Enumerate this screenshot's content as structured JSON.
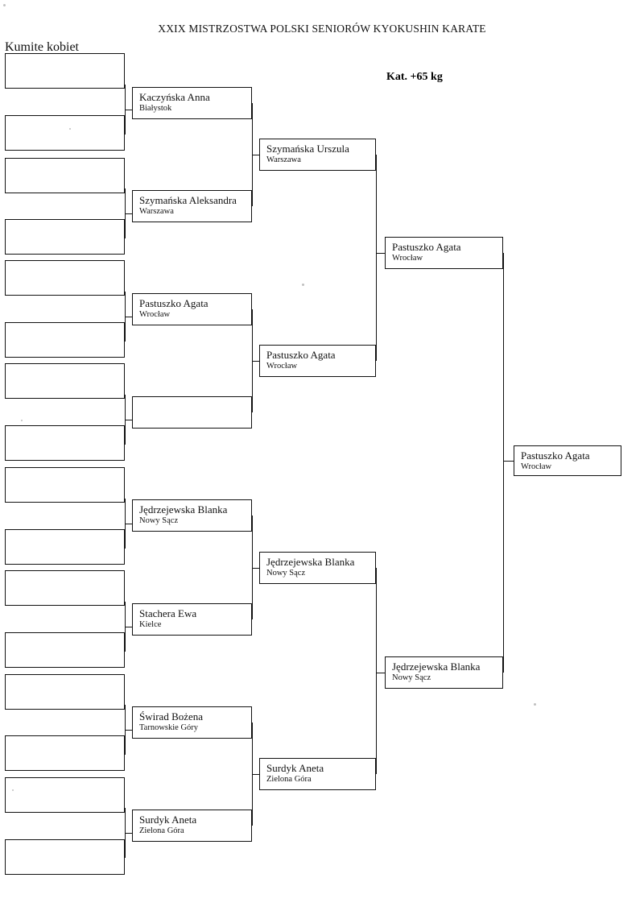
{
  "document": {
    "title": "XXIX MISTRZOSTWA POLSKI SENIORÓW KYOKUSHIN KARATE",
    "division": "Kumite kobiet",
    "category": "Kat. +65 kg"
  },
  "bracket": {
    "type": "single-elimination",
    "rounds": 5,
    "round1_slots": 16,
    "rounds_detail": [
      {
        "name": "round-of-16",
        "entries": [
          "",
          "",
          "",
          "",
          "",
          "",
          "",
          "",
          "",
          "",
          "",
          "",
          "",
          "",
          "",
          ""
        ]
      },
      {
        "name": "quarterfinals-left",
        "entries": [
          {
            "name": "Kaczyńska Anna",
            "club": "Białystok"
          },
          {
            "name": "Szymańska Aleksandra",
            "club": "Warszawa"
          },
          {
            "name": "Pastuszko Agata",
            "club": "Wrocław"
          },
          {
            "name": "",
            "club": ""
          },
          {
            "name": "Jędrzejewska Blanka",
            "club": "Nowy Sącz"
          },
          {
            "name": "Stachera Ewa",
            "club": "Kielce"
          },
          {
            "name": "Świrad Bożena",
            "club": "Tarnowskie Góry"
          },
          {
            "name": "Surdyk Aneta",
            "club": "Zielona Góra"
          }
        ]
      },
      {
        "name": "round-3",
        "entries": [
          {
            "name": "Szymańska Urszula",
            "club": "Warszawa"
          },
          {
            "name": "Pastuszko Agata",
            "club": "Wrocław"
          },
          {
            "name": "Jędrzejewska Blanka",
            "club": "Nowy Sącz"
          },
          {
            "name": "Surdyk Aneta",
            "club": "Zielona Góra"
          }
        ]
      },
      {
        "name": "semifinals",
        "entries": [
          {
            "name": "Pastuszko Agata",
            "club": "Wrocław"
          },
          {
            "name": "Jędrzejewska Blanka",
            "club": "Nowy Sącz"
          }
        ]
      },
      {
        "name": "final-winner",
        "entries": [
          {
            "name": "Pastuszko Agata",
            "club": "Wrocław"
          }
        ]
      }
    ]
  },
  "r1": {
    "s0": "",
    "s1": "",
    "s2": "",
    "s3": "",
    "s4": "",
    "s5": "",
    "s6": "",
    "s7": "",
    "s8": "",
    "s9": "",
    "s10": "",
    "s11": "",
    "s12": "",
    "s13": "",
    "s14": "",
    "s15": ""
  },
  "r2": {
    "m0": {
      "name": "Kaczyńska Anna",
      "club": "Białystok"
    },
    "m1": {
      "name": "Szymańska Aleksandra",
      "club": "Warszawa"
    },
    "m2": {
      "name": "Pastuszko Agata",
      "club": "Wrocław"
    },
    "m3": {
      "name": "",
      "club": ""
    },
    "m4": {
      "name": "Jędrzejewska Blanka",
      "club": "Nowy Sącz"
    },
    "m5": {
      "name": "Stachera Ewa",
      "club": "Kielce"
    },
    "m6": {
      "name": "Świrad Bożena",
      "club": "Tarnowskie Góry"
    },
    "m7": {
      "name": "Surdyk Aneta",
      "club": "Zielona Góra"
    }
  },
  "r3": {
    "m0": {
      "name": "Szymańska Urszula",
      "club": "Warszawa"
    },
    "m1": {
      "name": "Pastuszko Agata",
      "club": "Wrocław"
    },
    "m2": {
      "name": "Jędrzejewska Blanka",
      "club": "Nowy Sącz"
    },
    "m3": {
      "name": "Surdyk Aneta",
      "club": "Zielona Góra"
    }
  },
  "r4": {
    "m0": {
      "name": "Pastuszko Agata",
      "club": "Wrocław"
    },
    "m1": {
      "name": "Jędrzejewska Blanka",
      "club": "Nowy Sącz"
    }
  },
  "r5": {
    "m0": {
      "name": "Pastuszko Agata",
      "club": "Wrocław"
    }
  },
  "colors": {
    "ink": "#111111",
    "paper": "#ffffff"
  }
}
